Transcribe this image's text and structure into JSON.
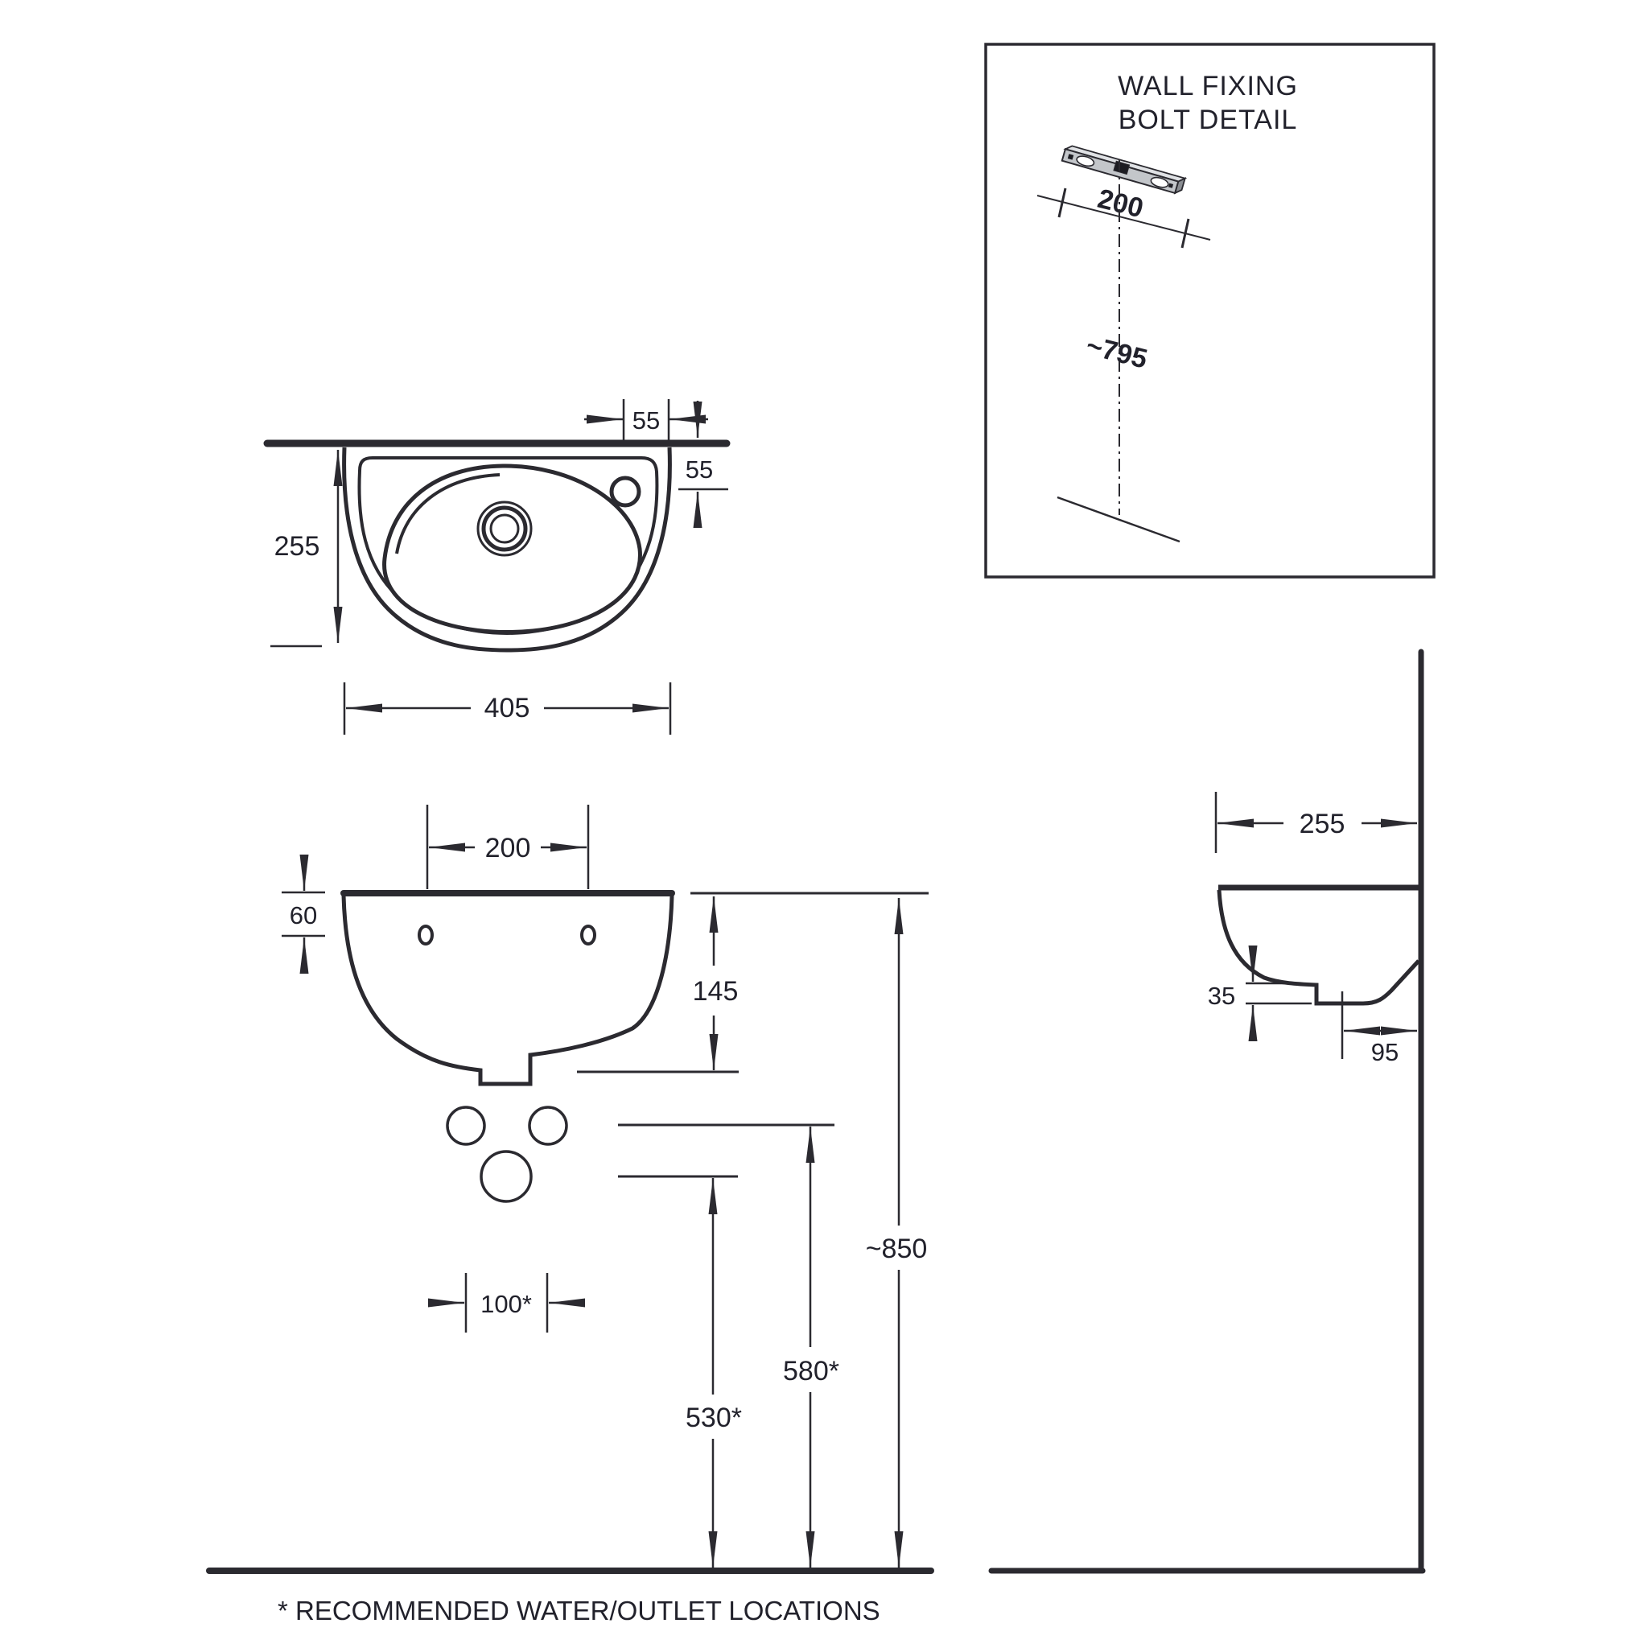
{
  "page": {
    "background": "#ffffff",
    "line_color": "#2b2a30",
    "text_color": "#21212b",
    "bolt_bar_gray": "#c3c6ca"
  },
  "footnote": "* RECOMMENDED WATER/OUTLET LOCATIONS",
  "bolt_detail": {
    "title_line1": "WALL FIXING",
    "title_line2": "BOLT DETAIL",
    "bolt_spacing": "200",
    "height_to_floor": "~795"
  },
  "plan_view": {
    "depth": "255",
    "width": "405",
    "tap_hole_offset_horizontal": "55",
    "tap_hole_offset_vertical": "55"
  },
  "front_view": {
    "fixing_holes_spacing": "200",
    "fixing_holes_drop": "60",
    "basin_height": "145",
    "rim_height_above_floor": "~850",
    "supply_height": "580*",
    "waste_height": "530*",
    "supply_spacing": "100*"
  },
  "side_view": {
    "depth": "255",
    "outlet_step": "35",
    "outlet_to_wall": "95"
  }
}
